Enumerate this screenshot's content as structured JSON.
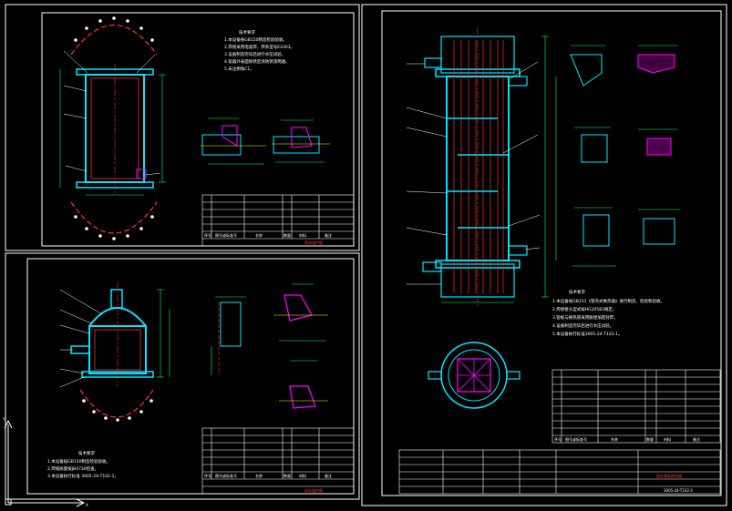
{
  "colors": {
    "background": "#000000",
    "frame": "#ffffff",
    "vessel": "#00e5ff",
    "dimension": "#00ff66",
    "center_line": "#ff3030",
    "hatch": "#ff00ff",
    "yellow": "#ffff00",
    "text": "#ffffff"
  },
  "drawing_number": "3005-24-T102-3",
  "ucs": {
    "x_label": "X",
    "y_label": "Y"
  },
  "notes_left_top": {
    "title": "技术要求",
    "lines": [
      "1.本设备按GB150制造检验验收。",
      "2.焊接采用电弧焊，焊条型号E4303。",
      "3.设备制造完毕后进行水压试验。",
      "4.容器外表面除锈后涂防锈漆两遍。",
      "5.未注倒角C1。"
    ]
  },
  "notes_left_bottom": {
    "title": "技术要求",
    "lines": [
      "1.本设备按GB150制造检验验收。",
      "2.焊缝质量按JB4730检查。",
      "3.本设备执行标准 3005-24-T102-1。"
    ]
  },
  "notes_right": {
    "title": "技术要求",
    "lines": [
      "1.本设备按GB151《管壳式换热器》进行制造、检验和验收。",
      "2.焊接接头型式按HG20583规定。",
      "3.管板与换热管采用胀接加密封焊。",
      "4.设备制造完毕后进行水压试验。",
      "5.本设备执行标准3005-24-T102-1。"
    ]
  },
  "title_block_left_top": {
    "title_text": "筒体组件图",
    "header": [
      "序号",
      "图号或标准号",
      "名称",
      "数量",
      "材料",
      "备注"
    ]
  },
  "title_block_left_bottom": {
    "title_text": "封头组件图",
    "header": [
      "序号",
      "图号或标准号",
      "名称",
      "数量",
      "材料",
      "备注"
    ]
  },
  "title_block_right": {
    "title_text": "固定管板换热器",
    "header": [
      "序号",
      "图号或标准号",
      "名称",
      "数量",
      "材料",
      "备注"
    ]
  }
}
